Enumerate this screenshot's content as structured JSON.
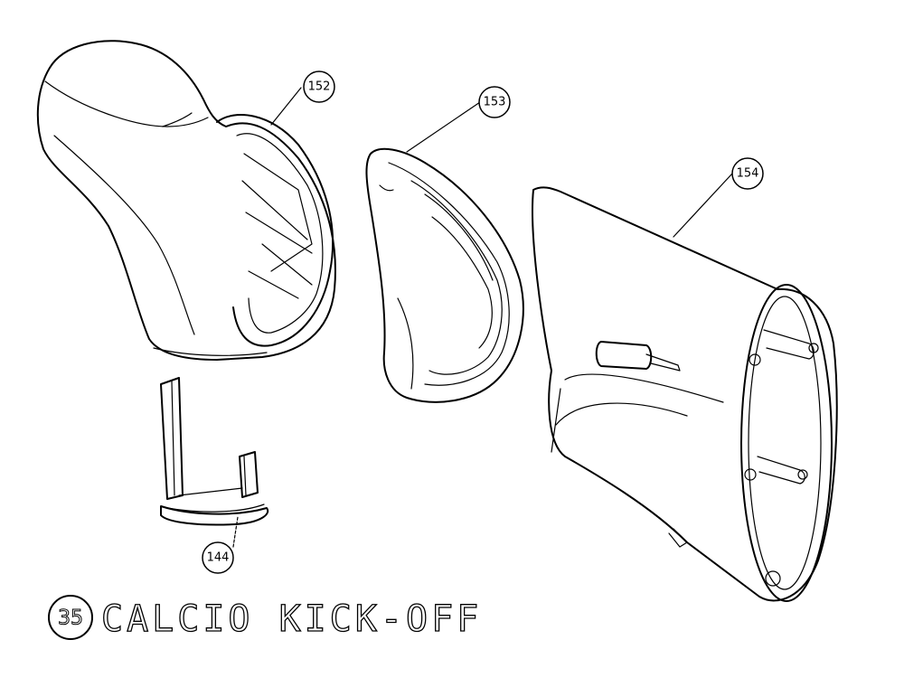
{
  "callouts": {
    "c152": "152",
    "c153": "153",
    "c154": "154",
    "c144": "144"
  },
  "title": {
    "number": "35",
    "text": "CALCIO KICK-OFF"
  }
}
